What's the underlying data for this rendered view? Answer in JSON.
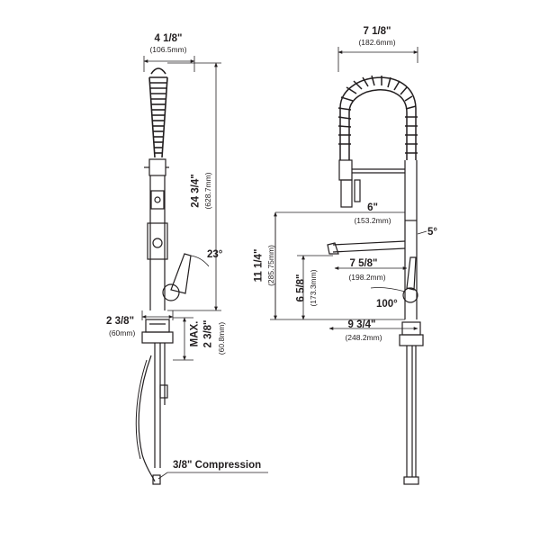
{
  "left_view": {
    "width": {
      "imperial": "4 1/8\"",
      "metric": "(106.5mm)"
    },
    "height": {
      "imperial": "24 3/4\"",
      "metric": "(628.7mm)"
    },
    "handle_angle": "23°",
    "base_diameter": {
      "imperial": "2 3/8\"",
      "metric": "(60mm)"
    },
    "max_deck_thickness": {
      "line1": "MAX.",
      "line2": "2 3/8\"",
      "metric": "(60.8mm)"
    },
    "connection": "3/8\" Compression"
  },
  "right_view": {
    "width": {
      "imperial": "7 1/8\"",
      "metric": "(182.6mm)"
    },
    "sprayer_reach": {
      "imperial": "6\"",
      "metric": "(153.2mm)"
    },
    "spout_angle": "5°",
    "spout_height": {
      "imperial": "11 1/4\"",
      "metric": "(285.75mm)"
    },
    "spout_reach": {
      "imperial": "7 5/8\"",
      "metric": "(198.2mm)"
    },
    "aerator_height": {
      "imperial": "6 5/8\"",
      "metric": "(173.3mm)"
    },
    "handle_rotation": "100°",
    "total_reach": {
      "imperial": "9 3/4\"",
      "metric": "(248.2mm)"
    }
  },
  "colors": {
    "line": "#231f20",
    "background": "#ffffff"
  }
}
